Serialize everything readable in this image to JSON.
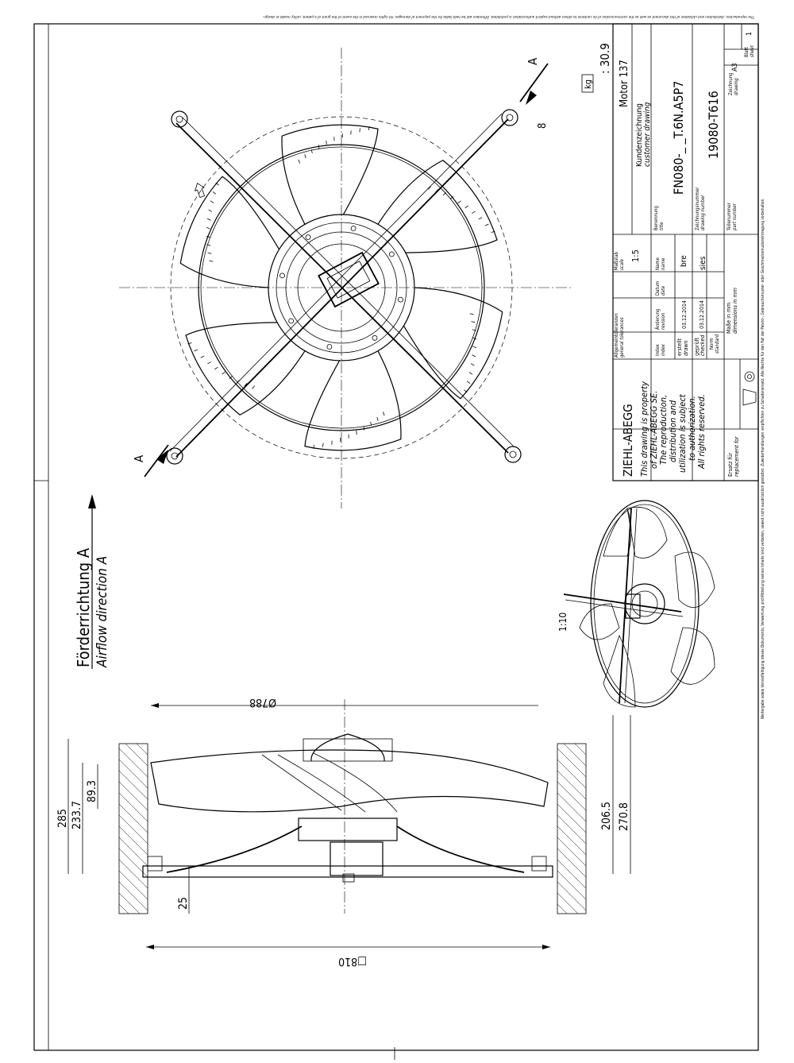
{
  "top_notice": "The reproduction, distribution and utilization of this document as well as the communication of its contents to others without explicit authorization is prohibited. Offenders will be held liable for the payment of damages. All rights reserved in the event of the grant of a patent, utility model or design.",
  "right_notice": "Weitergabe sowie Vervielfältigung dieses Dokuments, Verwertung und Mitteilung seines Inhalts sind verboten, soweit nicht ausdrücklich gestattet. Zuwiderhandlungen verpflichten zu Schadenersatz. Alle Rechte für den Fall der Patent-, Gebrauchsmuster- oder Geschmacksmustereintragung vorbehalten.",
  "weight": {
    "label": "kg",
    "value": ": 30.9"
  },
  "section_marks": {
    "a_top": "A",
    "a_bottom": "A",
    "dim_8": "8"
  },
  "airflow": {
    "german": "Förderrichtung A",
    "english": "Airflow direction A"
  },
  "small_view_scale": "1:10",
  "dimensions": {
    "d788": "Ø788",
    "h285": "285",
    "h233": "233.7",
    "h89": "89.3",
    "h25": "25",
    "h206": "206.5",
    "h270": "270.8",
    "w810": "□810"
  },
  "title_block": {
    "motor": "Motor 137",
    "drawing_type_de": "Kundenzeichnung",
    "drawing_type_en": "customer drawing",
    "benennung_label_de": "Benennung",
    "benennung_label_en": "title",
    "title": "FN080-_ _T.6N.A5P7",
    "drawing_number_label_de": "Zeichnungsnummer",
    "drawing_number_label_en": "drawing number",
    "drawing_number": "19080-T616",
    "part_number_label_de": "Teilenummer",
    "part_number_label_en": "part number",
    "format_label_de": "Zeichnung",
    "format_label_en": "drawing",
    "format": "A3",
    "sheet_label_de": "Blatt",
    "sheet_label_en": "sheet",
    "sheet": "1",
    "scale_label_de": "Maßstab",
    "scale_label_en": "scale",
    "scale": "1:5",
    "tolerances_de": "Allgemeintoleranzen",
    "tolerances_en": "general tolerances",
    "index_de": "Index",
    "index_en": "index",
    "revision_de": "Änderung",
    "revision_en": "revision",
    "date_de": "Datum",
    "date_en": "date",
    "name_de": "Name",
    "name_en": "name",
    "drawn_de": "erstellt",
    "drawn_en": "drawn",
    "drawn_date": "03.12.2014",
    "drawn_name": "bre",
    "checked_de": "geprüft",
    "checked_en": "checked",
    "checked_date": "03.12.2014",
    "checked_name": "sies",
    "norm_de": "Norm",
    "norm_en": "standard",
    "units_de": "Maße in mm",
    "units_en": "dimensions in mm",
    "replacement_de": "Ersatz für",
    "replacement_en": "replacement for",
    "company": "ZIEHL-ABEGG",
    "property": [
      "This drawing is property",
      "of ZIEHL-ABEGG SE.",
      "The reproduction,",
      "distribution and",
      "utilization is subject",
      "to authorization.",
      "All rights reserved."
    ]
  }
}
